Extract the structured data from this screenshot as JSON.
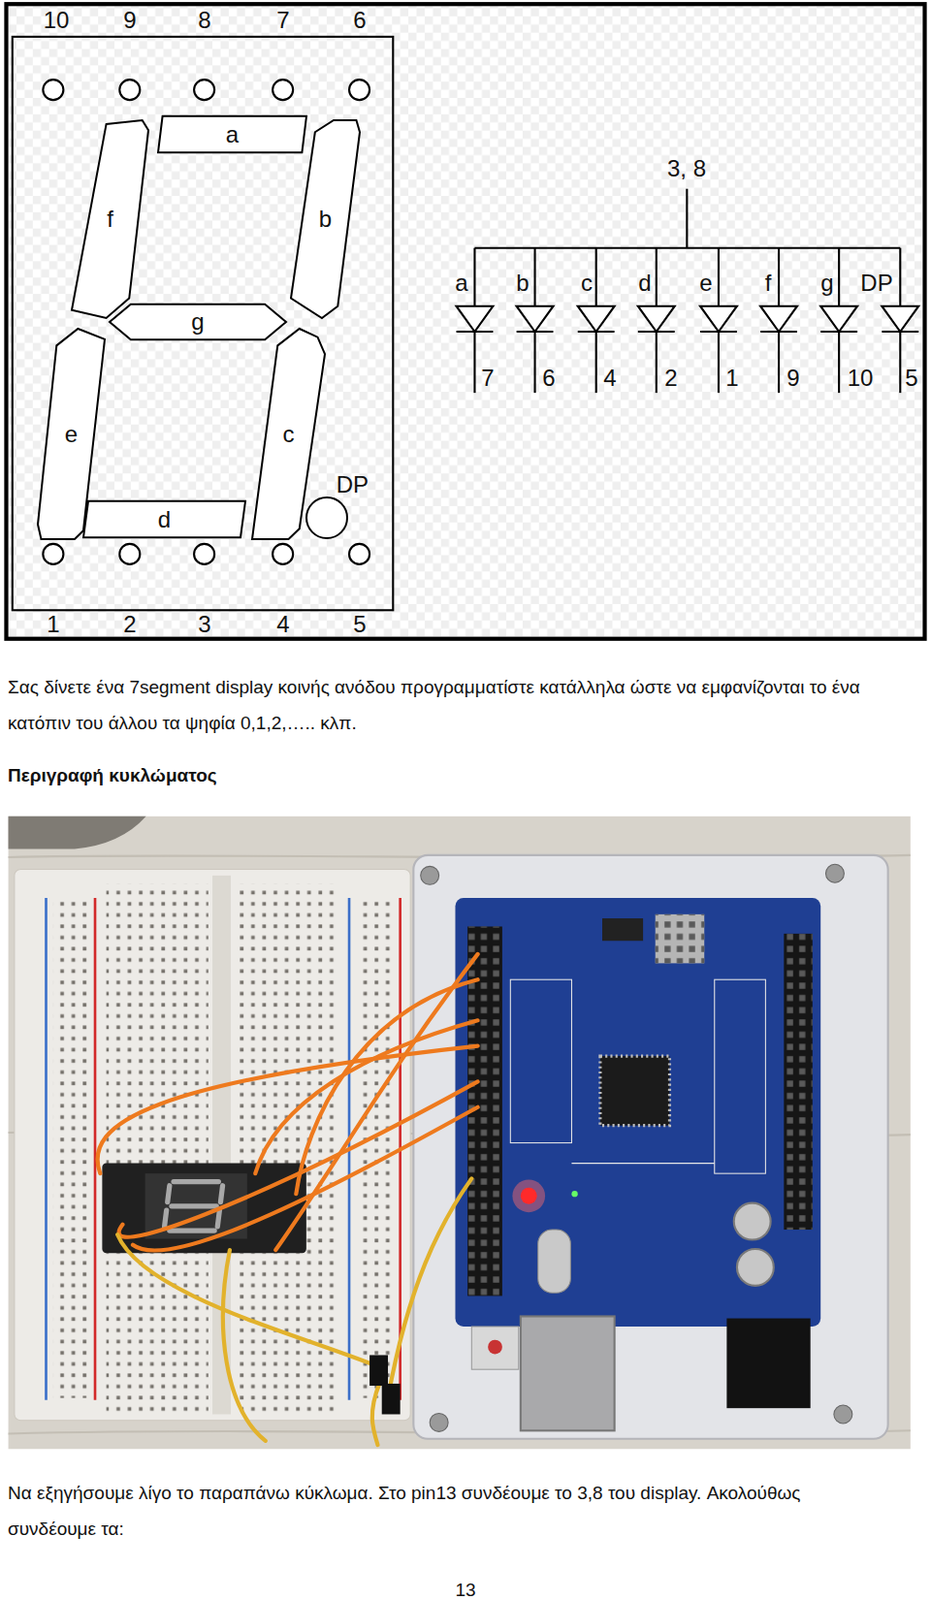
{
  "diagram": {
    "nodes": [
      {
        "text": [
          "a"
        ]
      },
      {
        "text": [
          "f"
        ]
      },
      {
        "text": [
          "b"
        ]
      },
      {
        "text": [
          "g"
        ]
      },
      {
        "text": [
          "e"
        ]
      },
      {
        "text": [
          "c"
        ]
      },
      {
        "text": [
          "d"
        ]
      },
      {
        "text": [
          "DP"
        ]
      }
    ],
    "labels": [
      "10",
      "9",
      "8",
      "7",
      "6",
      "3, 8",
      "a",
      "b",
      "c",
      "d",
      "e",
      "f",
      "g",
      "DP",
      "7",
      "6",
      "4",
      "2",
      "1",
      "9",
      "10",
      "5",
      "1",
      "2",
      "3",
      "4",
      "5",
      "Σας δίνετε ένα 7segment display κοινής ανόδου προγραμματίστε κατάλληλα ώστε να εμφανίζονται το ένα κατόπιν του άλλου τα ψηφία 0,1,2,….. κλπ.",
      "Περιγραφή κυκλώματος",
      "Να εξηγήσουμε λίγο το παραπάνω κύκλωμα. Στο pin13 συνδέουμε το 3,8 του display. Ακολούθως συνδέουμε τα:",
      "13"
    ]
  }
}
